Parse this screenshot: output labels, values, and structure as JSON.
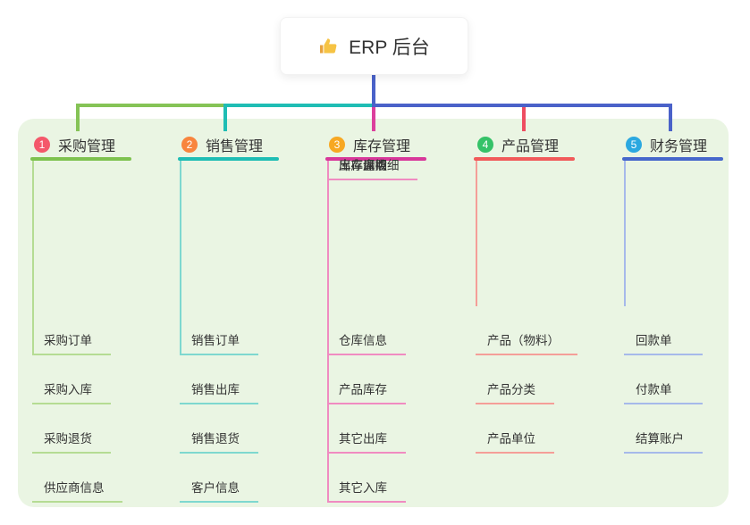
{
  "root": {
    "icon": "thumbs-up",
    "title": "ERP 后台"
  },
  "canvas": {
    "panel_bg": "#eaf5e3",
    "background": "#ffffff"
  },
  "connectors": {
    "root_line": "#4a62c9"
  },
  "branches": [
    {
      "number": "1",
      "title": "采购管理",
      "colors": {
        "badge": "#f4586b",
        "main": "#7ec24f",
        "light": "#b5dc93",
        "connector": "#85c356"
      },
      "children": [
        "采购订单",
        "采购入库",
        "采购退货",
        "供应商信息"
      ]
    },
    {
      "number": "2",
      "title": "销售管理",
      "colors": {
        "badge": "#f8853e",
        "main": "#1fbdb4",
        "light": "#7ed8cf",
        "connector": "#1fbdb4"
      },
      "children": [
        "销售订单",
        "销售出库",
        "销售退货",
        "客户信息"
      ]
    },
    {
      "number": "3",
      "title": "库存管理",
      "colors": {
        "badge": "#f7a823",
        "main": "#d8389a",
        "light": "#f08bc1",
        "connector": "#dc3f9d"
      },
      "children": [
        "仓库信息",
        "产品库存",
        "其它出库",
        "其它入库",
        "库存调拨",
        "库存盘点",
        "出库库明细"
      ]
    },
    {
      "number": "4",
      "title": "产品管理",
      "colors": {
        "badge": "#35c268",
        "main": "#f15a5a",
        "light": "#f59e98",
        "connector": "#ee4d61"
      },
      "children": [
        "产品（物料）",
        "产品分类",
        "产品单位"
      ]
    },
    {
      "number": "5",
      "title": "财务管理",
      "colors": {
        "badge": "#2ba8e0",
        "main": "#4667cb",
        "light": "#a6b9ea",
        "connector": "#4a62c9"
      },
      "children": [
        "回款单",
        "付款单",
        "结算账户"
      ]
    }
  ]
}
